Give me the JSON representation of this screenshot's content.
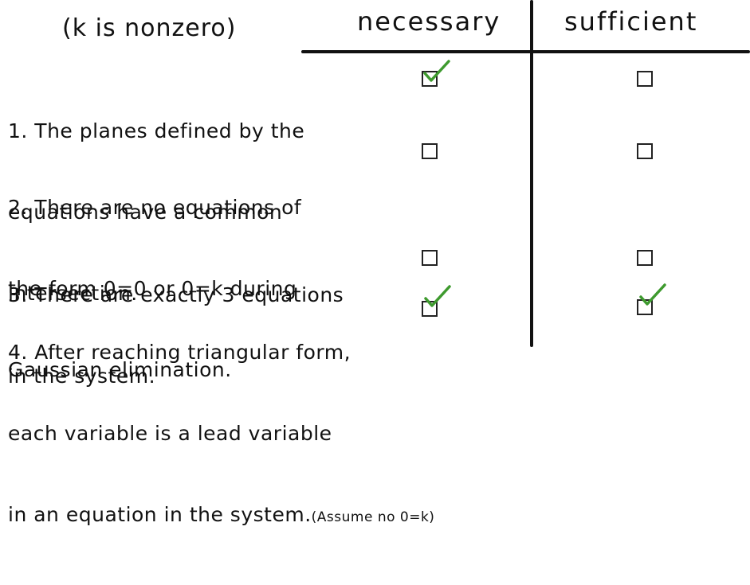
{
  "header": {
    "note": "(k is nonzero)",
    "col_necessary": "necessary",
    "col_sufficient": "sufficient"
  },
  "statements": [
    {
      "lines": [
        "1. The planes defined by the",
        "equations have a common",
        "intersection."
      ],
      "necessary_checked": true,
      "sufficient_checked": false
    },
    {
      "lines": [
        "2. There are no equations of",
        "the form 0=0 or 0=k during",
        "Gaussian elimination."
      ],
      "necessary_checked": false,
      "sufficient_checked": false
    },
    {
      "lines": [
        "3. There are exactly 3 equations",
        "in the system."
      ],
      "necessary_checked": false,
      "sufficient_checked": false
    },
    {
      "lines": [
        "4. After reaching triangular form,",
        "each variable is a lead variable",
        "in an equation in the system."
      ],
      "aside": "(Assume no 0=k)",
      "necessary_checked": true,
      "sufficient_checked": true
    }
  ],
  "colors": {
    "ink": "#111111",
    "check_green": "#3e9a2e"
  },
  "icons": {
    "box": "checkbox-icon",
    "tick": "checkmark-icon"
  }
}
